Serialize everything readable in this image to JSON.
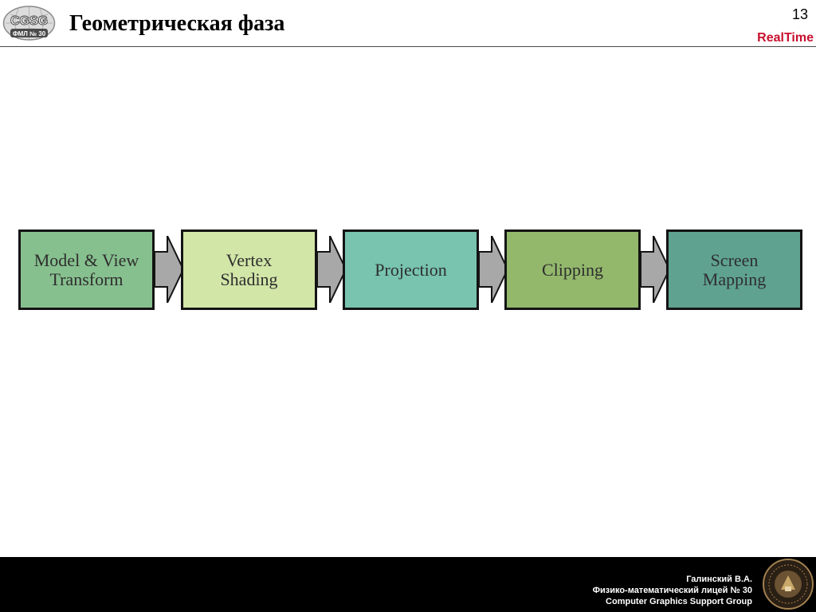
{
  "header": {
    "title": "Геометрическая фаза",
    "page_number": "13",
    "brand": "RealTime",
    "logo": {
      "top_text": "CGSG",
      "bottom_text": "ФМЛ № 30"
    }
  },
  "pipeline": {
    "stages": [
      {
        "label": "Model & View\nTransform",
        "color": "#87c08f"
      },
      {
        "label": "Vertex\nShading",
        "color": "#d2e6a8"
      },
      {
        "label": "Projection",
        "color": "#78c4ae"
      },
      {
        "label": "Clipping",
        "color": "#93b86c"
      },
      {
        "label": "Screen\nMapping",
        "color": "#5fa290"
      }
    ],
    "arrow_color": "#a8a8a8"
  },
  "footer": {
    "author": "Галинский В.А.",
    "school": "Физико-математический лицей № 30",
    "group": "Computer Graphics Support Group"
  }
}
